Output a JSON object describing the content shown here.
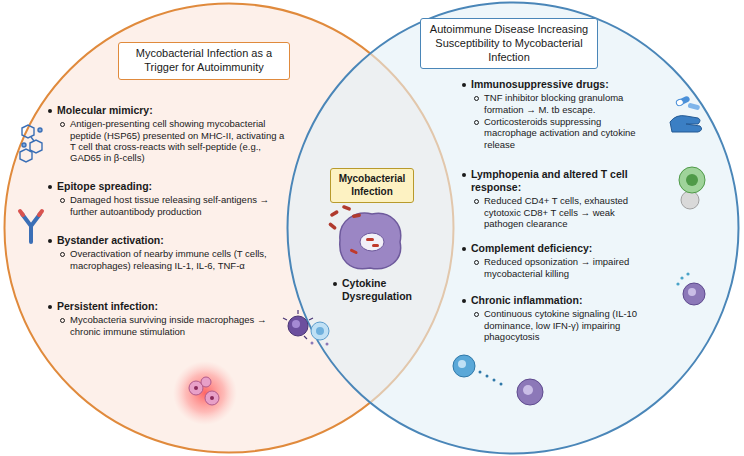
{
  "diagram": {
    "nodes": [
      {
        "text": [
          "Molecular mimicry:",
          "Antigen-presenting cell showing mycobacterial peptide (HSP65) presented on MHC-II, activating a T cell that cross-reacts with self-peptide (e.g., GAD65 in β-cells)",
          "Epitope spreading:",
          "Damaged host tissue releasing self-antigens → further autoantibody production",
          "Bystander activation:",
          "Overactivation of nearby immune cells (T cells, macrophages) releasing IL-1, IL-6, TNF-α",
          "Persistent infection:",
          "Mycobacteria surviving inside macrophages → chronic immune stimulation"
        ]
      },
      {
        "text": [
          "Mycobacterial Infection as a Trigger for Autoimmunity"
        ],
        "in": 0
      },
      {
        "text": [
          "Immunosuppressive drugs:",
          "TNF inhibitor blocking granuloma formation → M. tb escape.",
          "Corticosteroids suppressing macrophage activation and cytokine release",
          "Lymphopenia and altered T cell response:",
          "Reduced CD4+ T cells, exhausted cytotoxic CD8+ T cells → weak pathogen clearance",
          "Complement deficiency:",
          "Reduced opsonization → impaired mycobacterial killing",
          "Chronic inflammation:",
          "Continuous cytokine signaling (IL-10 dominance, low IFN-γ) impairing phagocytosis"
        ]
      },
      {
        "text": [
          "Autoimmune Disease Increasing Susceptibility to Mycobacterial Infection"
        ],
        "in": 2
      },
      {
        "text": [
          "Mycobacterial Infection"
        ]
      }
    ],
    "labels": [
      "Cytokine Dysregulation"
    ]
  }
}
